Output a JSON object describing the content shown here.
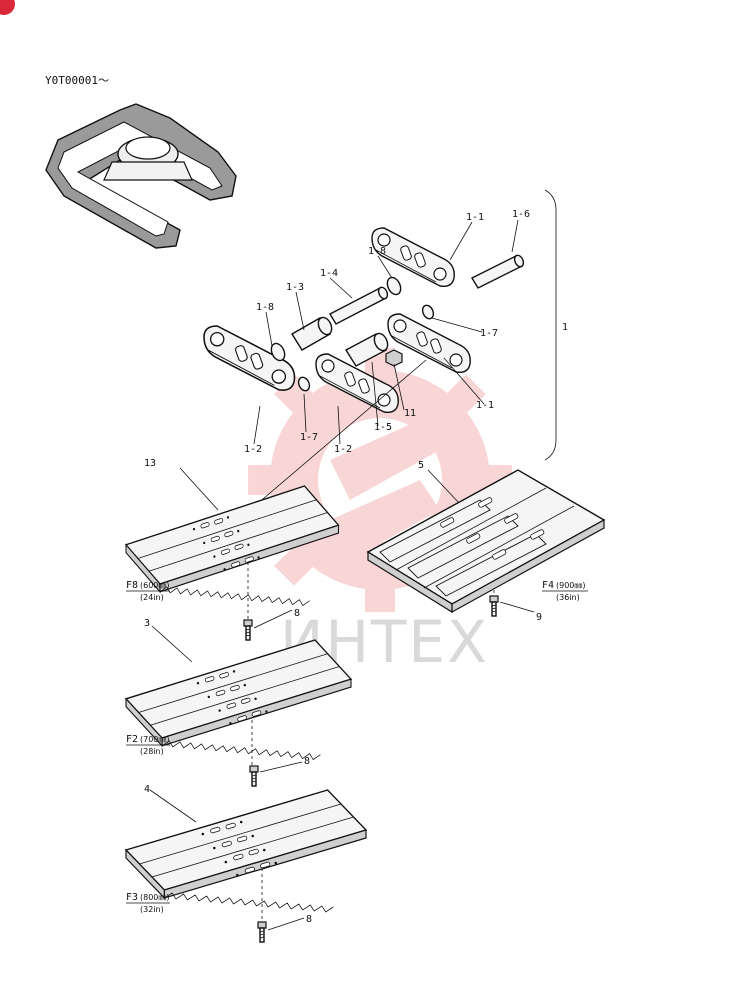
{
  "serial": "Y0T00001～",
  "watermark": {
    "text": "ИHTEX",
    "color": "#f4b6b6"
  },
  "callouts": {
    "c1_1a": "1-1",
    "c1_6": "1-6",
    "c1_8a": "1-8",
    "c1_4": "1-4",
    "c1_3": "1-3",
    "c1_8b": "1-8",
    "c1_7a": "1-7",
    "c1": "1",
    "c1_1b": "1-1",
    "c11": "11",
    "c1_5": "1-5",
    "c1_2a": "1-2",
    "c1_7b": "1-7",
    "c1_2b": "1-2",
    "c13": "13",
    "c5": "5",
    "c8a": "8",
    "c9": "9",
    "c3": "3",
    "c8b": "8",
    "c4": "4",
    "c8c": "8"
  },
  "shoe_labels": {
    "f8_code": "F8",
    "f8_mm": "(600㎜)",
    "f8_in": "(24in)",
    "f4_code": "F4",
    "f4_mm": "(900㎜)",
    "f4_in": "(36in)",
    "f2_code": "F2",
    "f2_mm": "(700㎜)",
    "f2_in": "(28in)",
    "f3_code": "F3",
    "f3_mm": "(800㎜)",
    "f3_in": "(32in)"
  }
}
